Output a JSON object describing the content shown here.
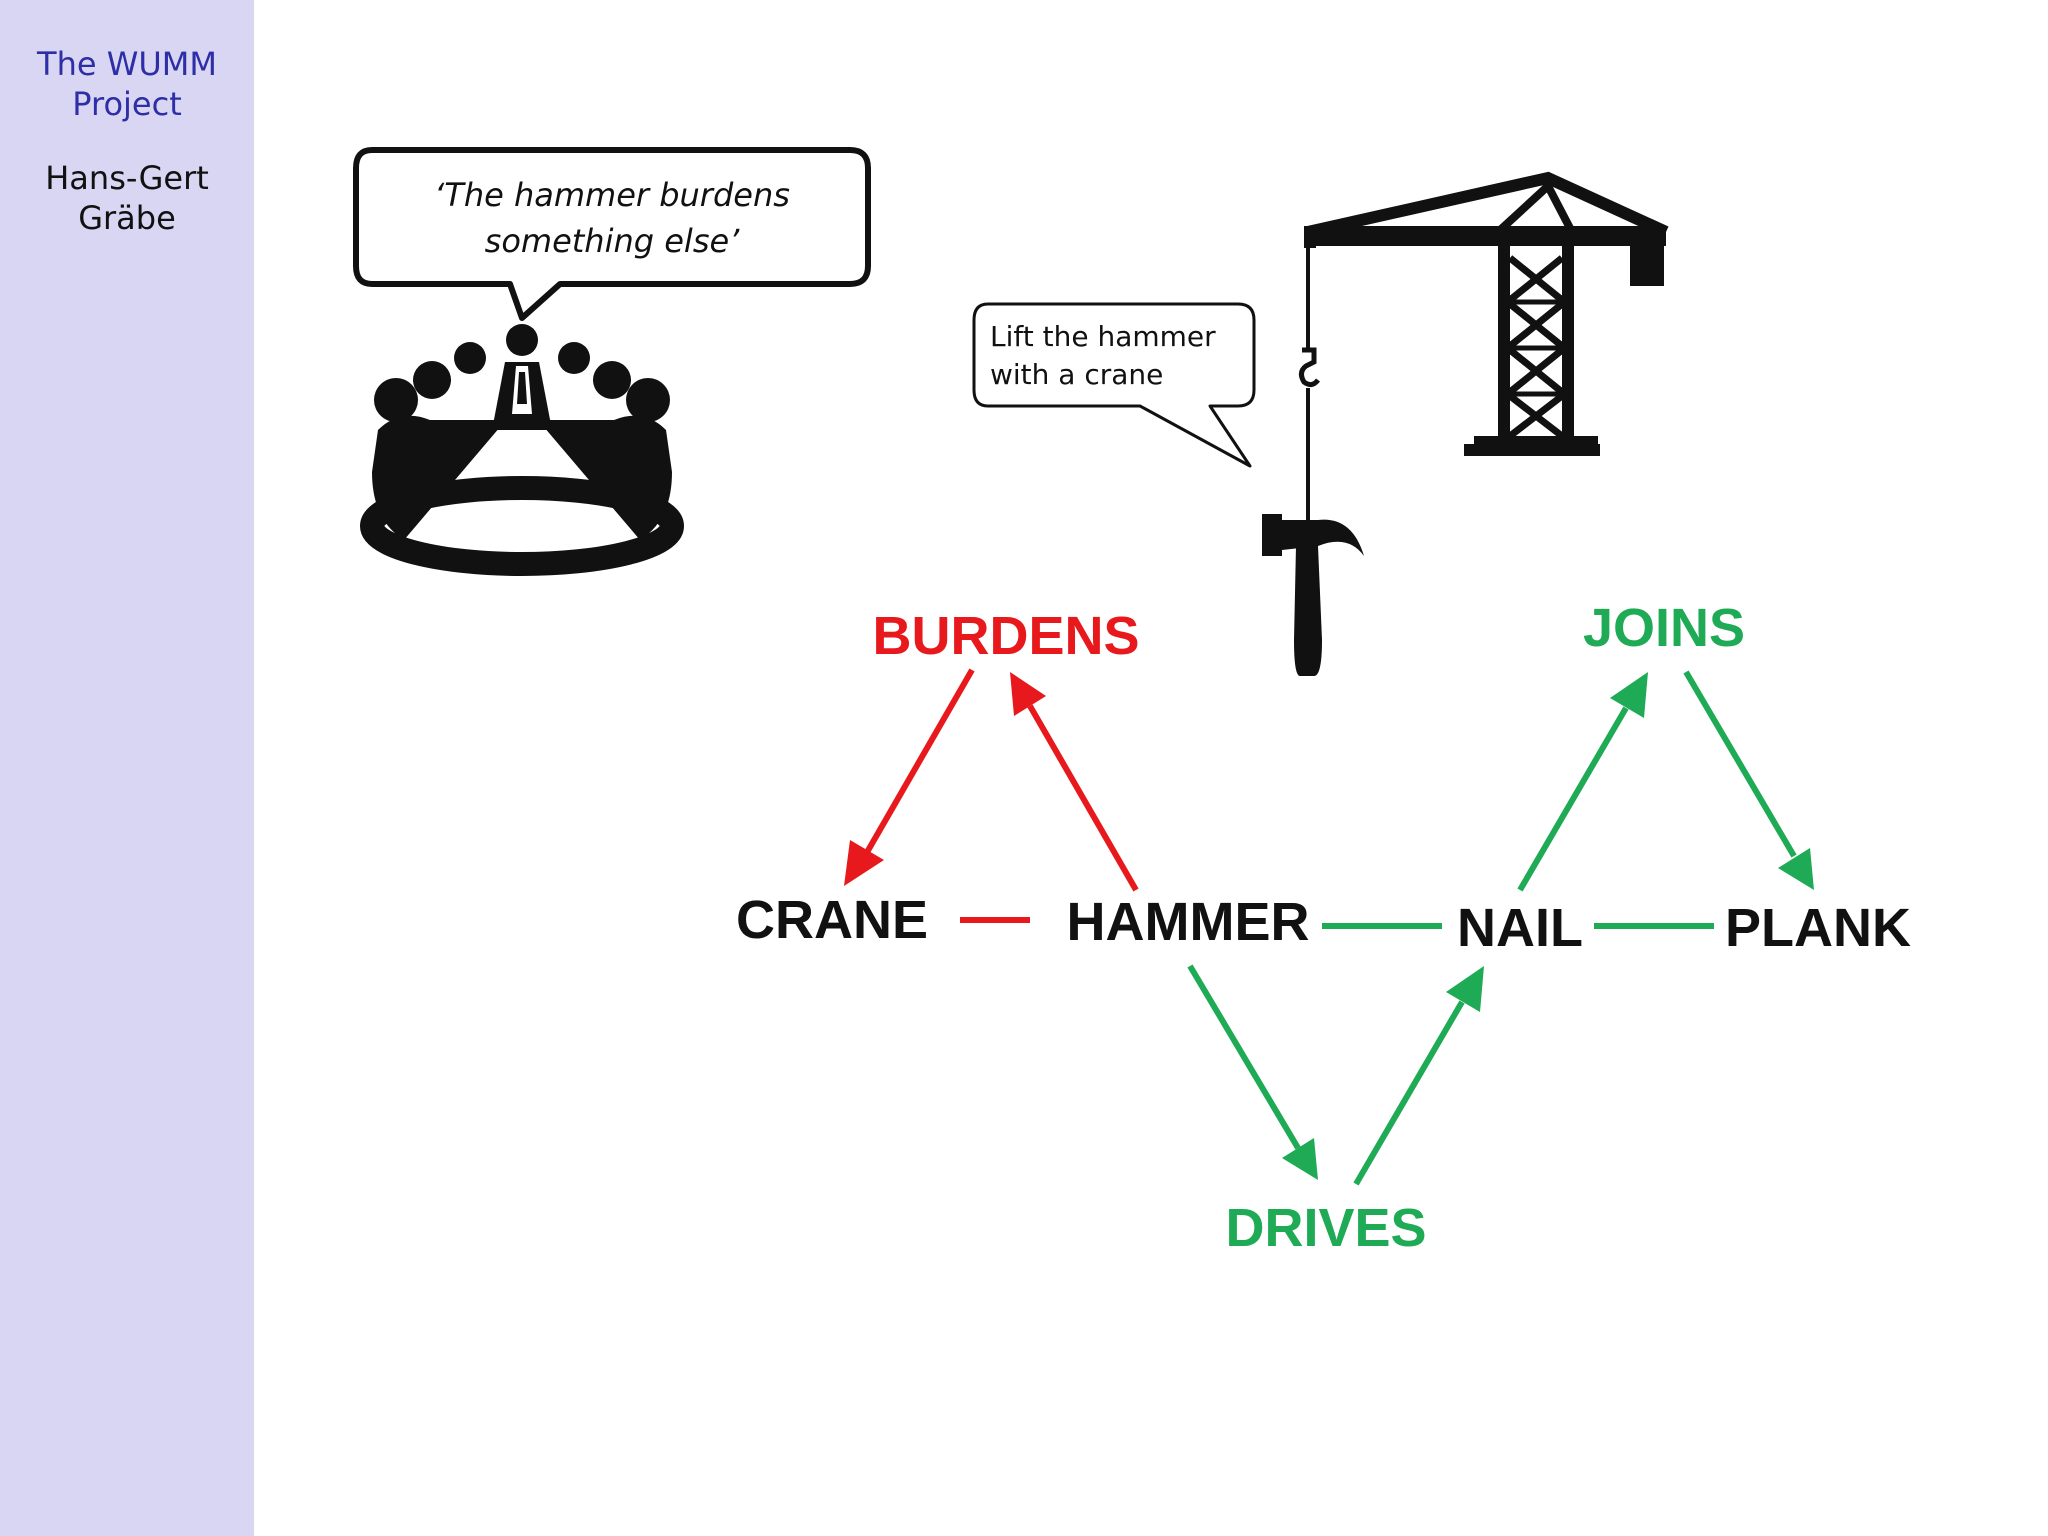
{
  "sidebar": {
    "title_line1": "The WUMM",
    "title_line2": "Project",
    "author_line1": "Hans-Gert",
    "author_line2": "Gräbe"
  },
  "bubbles": {
    "meeting": {
      "line1": "‘The hammer burdens",
      "line2": "something else’"
    },
    "crane": {
      "line1": "Lift   the   hammer",
      "line2": "with a crane"
    }
  },
  "icons": [
    "meeting-icon",
    "crane-icon",
    "hammer-icon"
  ],
  "nodes": {
    "burdens": "BURDENS",
    "joins": "JOINS",
    "crane": "CRANE",
    "hammer": "HAMMER",
    "nail": "NAIL",
    "plank": "PLANK",
    "drives": "DRIVES"
  },
  "colors": {
    "red": "#e8191c",
    "green": "#1faa55",
    "black": "#111111",
    "sidebar_bg": "#d8d6f2",
    "sidebar_title": "#2e2ea6"
  }
}
